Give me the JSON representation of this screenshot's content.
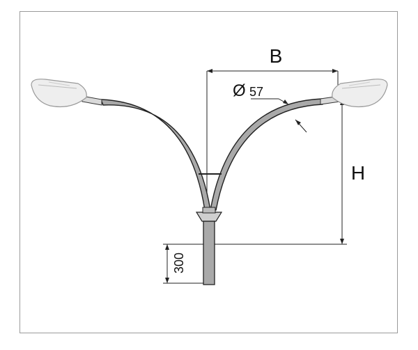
{
  "dimensions": {
    "width_label": "B",
    "height_label": "H",
    "diameter_symbol": "Ø",
    "diameter_value": "57",
    "base_height": "300"
  },
  "colors": {
    "arm_fill": "#a9a9a9",
    "outline": "#222222",
    "frame": "#9a9a9a",
    "luminaire_fill": "#eeeeee"
  }
}
